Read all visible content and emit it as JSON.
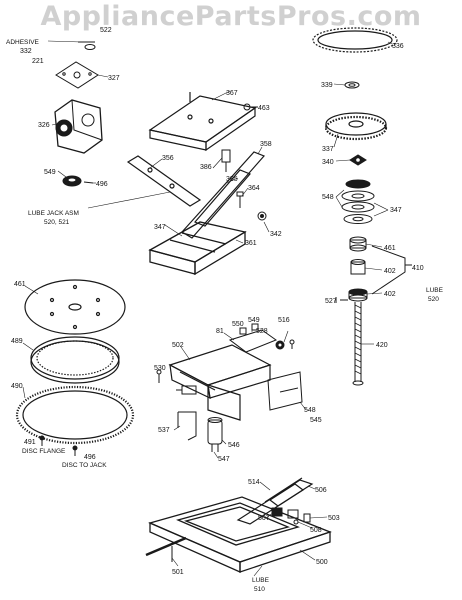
{
  "watermark": "AppliancePartsPros.com",
  "colors": {
    "ink": "#1a1a1a",
    "watermark": "#aaaaaa",
    "background": "#ffffff"
  },
  "callouts": [
    {
      "id": "adhesive",
      "text": "ADHESIVE"
    },
    {
      "id": "p332",
      "text": "332"
    },
    {
      "id": "p221",
      "text": "221"
    },
    {
      "id": "p522",
      "text": "522"
    },
    {
      "id": "p327",
      "text": "327"
    },
    {
      "id": "p326",
      "text": "326"
    },
    {
      "id": "p549",
      "text": "549"
    },
    {
      "id": "p496",
      "text": "496"
    },
    {
      "id": "lube-jack",
      "text": "LUBE JACK ASM"
    },
    {
      "id": "p520-521",
      "text": "520, 521"
    },
    {
      "id": "p367",
      "text": "367"
    },
    {
      "id": "p463",
      "text": "463"
    },
    {
      "id": "p356",
      "text": "356"
    },
    {
      "id": "p386",
      "text": "386"
    },
    {
      "id": "p358",
      "text": "358"
    },
    {
      "id": "p385",
      "text": "385"
    },
    {
      "id": "p364",
      "text": "364"
    },
    {
      "id": "p347l",
      "text": "347"
    },
    {
      "id": "p342",
      "text": "342"
    },
    {
      "id": "p361",
      "text": "361"
    },
    {
      "id": "p336",
      "text": "336"
    },
    {
      "id": "p339",
      "text": "339"
    },
    {
      "id": "p337",
      "text": "337"
    },
    {
      "id": "p340",
      "text": "340"
    },
    {
      "id": "p548",
      "text": "548"
    },
    {
      "id": "p347r",
      "text": "347"
    },
    {
      "id": "p461r",
      "text": "461"
    },
    {
      "id": "p402a",
      "text": "402"
    },
    {
      "id": "p410",
      "text": "410"
    },
    {
      "id": "p402b",
      "text": "402"
    },
    {
      "id": "lube-r",
      "text": "LUBE"
    },
    {
      "id": "lube-r-num",
      "text": "520"
    },
    {
      "id": "p527",
      "text": "527"
    },
    {
      "id": "p420",
      "text": "420"
    },
    {
      "id": "p461l",
      "text": "461"
    },
    {
      "id": "p489",
      "text": "489"
    },
    {
      "id": "p490",
      "text": "490"
    },
    {
      "id": "p491",
      "text": "491"
    },
    {
      "id": "disc-flange",
      "text": "DISC FLANGE"
    },
    {
      "id": "p496b",
      "text": "496"
    },
    {
      "id": "disc-to-jack",
      "text": "DISC TO JACK"
    },
    {
      "id": "p502",
      "text": "502"
    },
    {
      "id": "p81",
      "text": "81"
    },
    {
      "id": "p550",
      "text": "550"
    },
    {
      "id": "p549b",
      "text": "549"
    },
    {
      "id": "p528",
      "text": "528"
    },
    {
      "id": "p516",
      "text": "516"
    },
    {
      "id": "p530",
      "text": "530"
    },
    {
      "id": "p548b",
      "text": "548"
    },
    {
      "id": "p545",
      "text": "545"
    },
    {
      "id": "p537",
      "text": "537"
    },
    {
      "id": "p546",
      "text": "546"
    },
    {
      "id": "p547",
      "text": "547"
    },
    {
      "id": "p514",
      "text": "514"
    },
    {
      "id": "p506",
      "text": "506"
    },
    {
      "id": "p507",
      "text": "507"
    },
    {
      "id": "p503",
      "text": "503"
    },
    {
      "id": "p508",
      "text": "508"
    },
    {
      "id": "p501",
      "text": "501"
    },
    {
      "id": "p500",
      "text": "500"
    },
    {
      "id": "lube-b",
      "text": "LUBE"
    },
    {
      "id": "lube-b-num",
      "text": "510"
    }
  ]
}
